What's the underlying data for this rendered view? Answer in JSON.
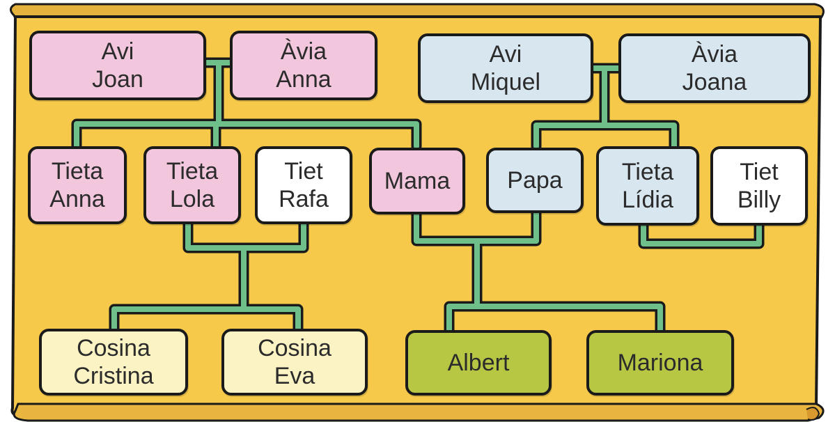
{
  "colors": {
    "parchment": "#f7c94a",
    "parchment_edge": "#e0a936",
    "outline": "#1a1a1a",
    "connector": "#6fbf8a",
    "pink": "#f2c6dc",
    "blue": "#d8e6ef",
    "white": "#ffffff",
    "cream": "#fbf3c4",
    "olive": "#b7c744"
  },
  "members": {
    "avi_joan": [
      "Avi",
      "Joan"
    ],
    "avia_anna": [
      "Àvia",
      "Anna"
    ],
    "avi_miquel": [
      "Avi",
      "Miquel"
    ],
    "avia_joana": [
      "Àvia",
      "Joana"
    ],
    "tieta_anna": [
      "Tieta",
      "Anna"
    ],
    "tieta_lola": [
      "Tieta",
      "Lola"
    ],
    "tiet_rafa": [
      "Tiet",
      "Rafa"
    ],
    "mama": [
      "Mama"
    ],
    "papa": [
      "Papa"
    ],
    "tieta_lidia": [
      "Tieta",
      "Lídia"
    ],
    "tiet_billy": [
      "Tiet",
      "Billy"
    ],
    "cosina_cristina": [
      "Cosina",
      "Cristina"
    ],
    "cosina_eva": [
      "Cosina",
      "Eva"
    ],
    "albert": [
      "Albert"
    ],
    "mariona": [
      "Mariona"
    ]
  }
}
